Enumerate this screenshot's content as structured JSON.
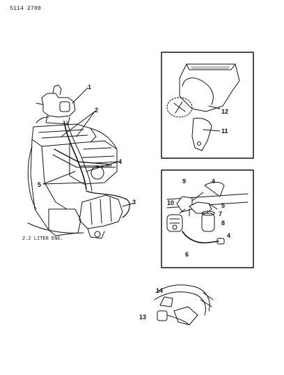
{
  "header": {
    "part_number": "5114 2700"
  },
  "engine_view": {
    "label": "2.2 LITER ENG.",
    "callouts": [
      "1",
      "2",
      "3",
      "4",
      "5"
    ]
  },
  "detail_top": {
    "callouts": [
      "12",
      "11"
    ]
  },
  "detail_middle": {
    "callouts": [
      "9",
      "4",
      "10",
      "5",
      "7",
      "8",
      "4",
      "6"
    ]
  },
  "detail_bottom": {
    "callouts": [
      "14",
      "13"
    ]
  }
}
